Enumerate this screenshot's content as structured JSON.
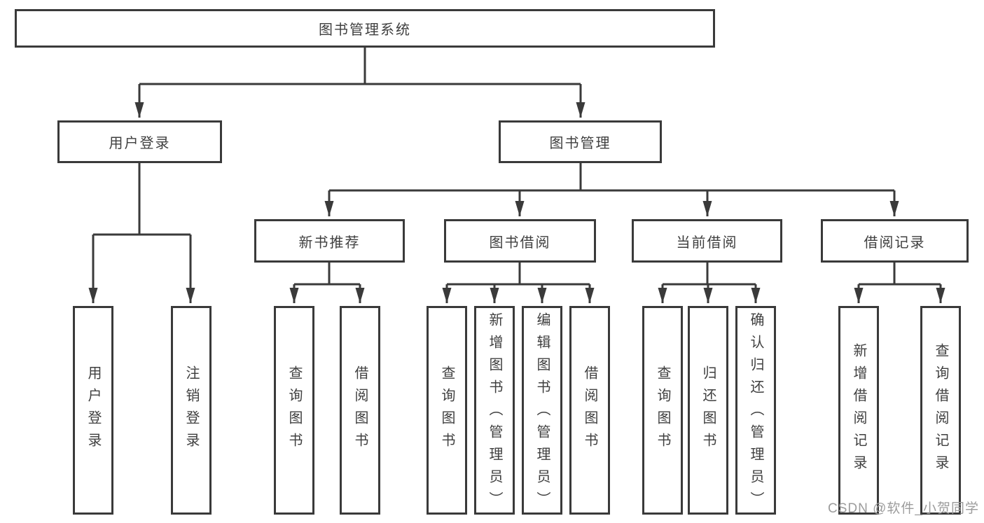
{
  "tree": {
    "label": "图书管理系统",
    "children": [
      {
        "label": "用户登录",
        "children": [
          {
            "label": "用户登录"
          },
          {
            "label": "注销登录"
          }
        ]
      },
      {
        "label": "图书管理",
        "children": [
          {
            "label": "新书推荐",
            "children": [
              {
                "label": "查询图书"
              },
              {
                "label": "借阅图书"
              }
            ]
          },
          {
            "label": "图书借阅",
            "children": [
              {
                "label": "查询图书"
              },
              {
                "label": "新增图书（管理员）"
              },
              {
                "label": "编辑图书（管理员）"
              },
              {
                "label": "借阅图书"
              }
            ]
          },
          {
            "label": "当前借阅",
            "children": [
              {
                "label": "查询图书"
              },
              {
                "label": "归还图书"
              },
              {
                "label": "确认归还（管理员）"
              }
            ]
          },
          {
            "label": "借阅记录",
            "children": [
              {
                "label": "新增借阅记录"
              },
              {
                "label": "查询借阅记录"
              }
            ]
          }
        ]
      }
    ]
  },
  "watermark": "CSDN @软件_小贺同学",
  "colors": {
    "line": "#3a3a3a",
    "box_border": "#3a3a3a",
    "box_fill": "#ffffff",
    "text": "#3f3f3f",
    "watermark": "#9c9c9c",
    "background": "#ffffff"
  }
}
